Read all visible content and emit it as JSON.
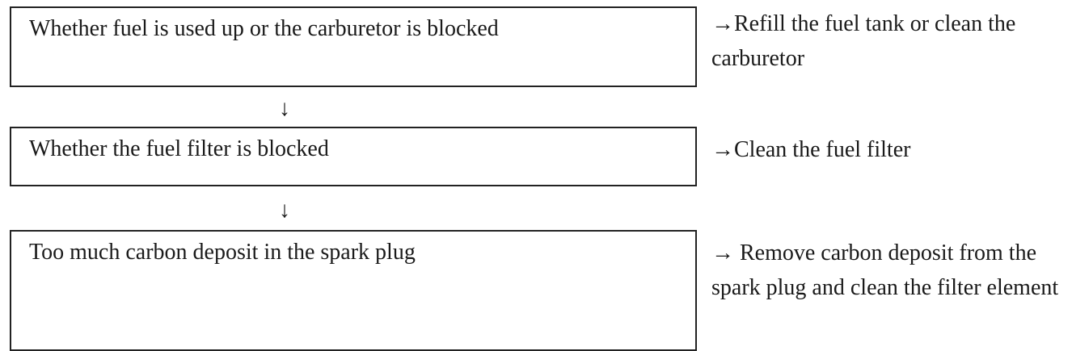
{
  "flowchart": {
    "steps": [
      {
        "cause": "Whether fuel is used up or the carburetor is blocked",
        "remedy": "→Refill the fuel tank or clean the carburetor"
      },
      {
        "cause": "Whether the fuel filter is blocked",
        "remedy": "→Clean the fuel filter"
      },
      {
        "cause": "Too much carbon deposit in the spark plug",
        "remedy": "→ Remove carbon deposit from the spark plug and clean the filter element"
      }
    ],
    "arrow_glyph": "↓"
  }
}
